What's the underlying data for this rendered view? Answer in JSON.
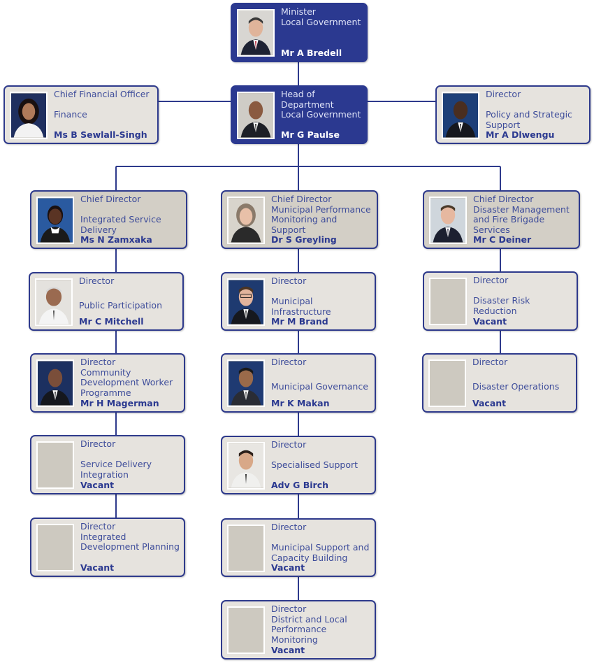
{
  "colors": {
    "primary_blue": "#2b3990",
    "card_grey": "#e6e3de",
    "card_taupe": "#d3cfc6",
    "connector": "#2e3a8c"
  },
  "nodes": {
    "minister": {
      "title": "Minister",
      "department": "Local Government",
      "name": "Mr A Bredell"
    },
    "hod": {
      "title": "Head of Department",
      "department": "Local Government",
      "name": "Mr G Paulse"
    },
    "cfo": {
      "title": "Chief Financial Officer",
      "department": "Finance",
      "name": "Ms B Sewlall-Singh"
    },
    "dir_policy": {
      "title": "Director",
      "department": "Policy and Strategic Support",
      "name": "Mr A Dlwengu"
    },
    "cd_isd": {
      "title": "Chief Director",
      "department": "Integrated Service Delivery",
      "name": "Ms N Zamxaka"
    },
    "cd_mpms": {
      "title": "Chief Director",
      "department": "Municipal Performance Monitoring and Support",
      "name": "Dr S Greyling"
    },
    "cd_dmfb": {
      "title": "Chief Director",
      "department": "Disaster Management and Fire Brigade Services",
      "name": "Mr C Deiner"
    },
    "dir_pp": {
      "title": "Director",
      "department": "Public Participation",
      "name": "Mr C Mitchell"
    },
    "dir_cdw": {
      "title": "Director",
      "department": "Community Development Worker Programme",
      "name": "Mr H Magerman"
    },
    "dir_sdi": {
      "title": "Director",
      "department": "Service Delivery Integration",
      "name": "Vacant"
    },
    "dir_idp": {
      "title": "Director",
      "department": "Integrated Development Planning",
      "name": "Vacant"
    },
    "dir_mi": {
      "title": "Director",
      "department": "Municipal Infrastructure",
      "name": "Mr M Brand"
    },
    "dir_mg": {
      "title": "Director",
      "department": "Municipal Governance",
      "name": "Mr K Makan"
    },
    "dir_ss": {
      "title": "Director",
      "department": "Specialised Support",
      "name": "Adv G Birch"
    },
    "dir_mscb": {
      "title": "Director",
      "department": "Municipal Support and Capacity Building",
      "name": "Vacant"
    },
    "dir_dlpm": {
      "title": "Director",
      "department": "District and Local Performance Monitoring",
      "name": "Vacant"
    },
    "dir_drr": {
      "title": "Director",
      "department": "Disaster Risk Reduction",
      "name": "Vacant"
    },
    "dir_do": {
      "title": "Director",
      "department": "Disaster Operations",
      "name": "Vacant"
    }
  }
}
